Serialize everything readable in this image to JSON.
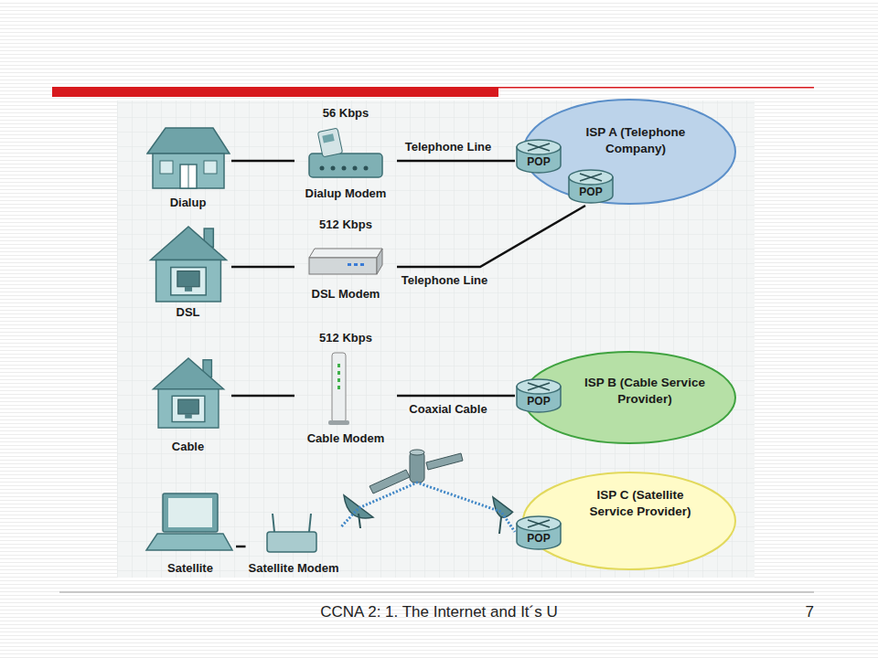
{
  "diagram": {
    "nodes": [
      {
        "text": [
          "Dialup"
        ]
      },
      {
        "text": [
          "56 Kbps",
          "Dialup Modem"
        ]
      },
      {
        "text": [
          "ISP A (Telephone Company)"
        ]
      },
      {
        "text": [
          "POP"
        ],
        "in": 2
      },
      {
        "text": [
          "POP"
        ],
        "in": 2
      },
      {
        "text": [
          "DSL"
        ]
      },
      {
        "text": [
          "512 Kbps",
          "DSL Modem"
        ]
      },
      {
        "text": [
          "Cable"
        ]
      },
      {
        "text": [
          "512 Kbps",
          "Cable Modem"
        ]
      },
      {
        "text": [
          "ISP B (Cable Service Provider)"
        ]
      },
      {
        "text": [
          "POP"
        ],
        "in": 9
      },
      {
        "text": [
          "Satellite"
        ]
      },
      {
        "text": [
          "Satellite Modem"
        ]
      },
      {
        "text": [
          "ISP C (Satellite Service Provider)"
        ]
      },
      {
        "text": [
          "POP"
        ],
        "in": 13
      }
    ],
    "edges": [
      {
        "from": 0,
        "to": 1,
        "arrow": "none"
      },
      {
        "from": 1,
        "to": 3,
        "label": "Telephone Line",
        "arrow": "none"
      },
      {
        "from": 5,
        "to": 6,
        "arrow": "none"
      },
      {
        "from": 6,
        "to": 4,
        "label": "Telephone Line",
        "arrow": "none"
      },
      {
        "from": 7,
        "to": 8,
        "arrow": "none"
      },
      {
        "from": 8,
        "to": 10,
        "label": "Coaxial Cable",
        "arrow": "none"
      },
      {
        "from": 11,
        "to": 12,
        "arrow": "none"
      },
      {
        "from": 12,
        "to": 14,
        "arrow": "none"
      }
    ],
    "labels": [
      "CCNA 2: 1. The Internet and It´s U",
      "7"
    ]
  }
}
